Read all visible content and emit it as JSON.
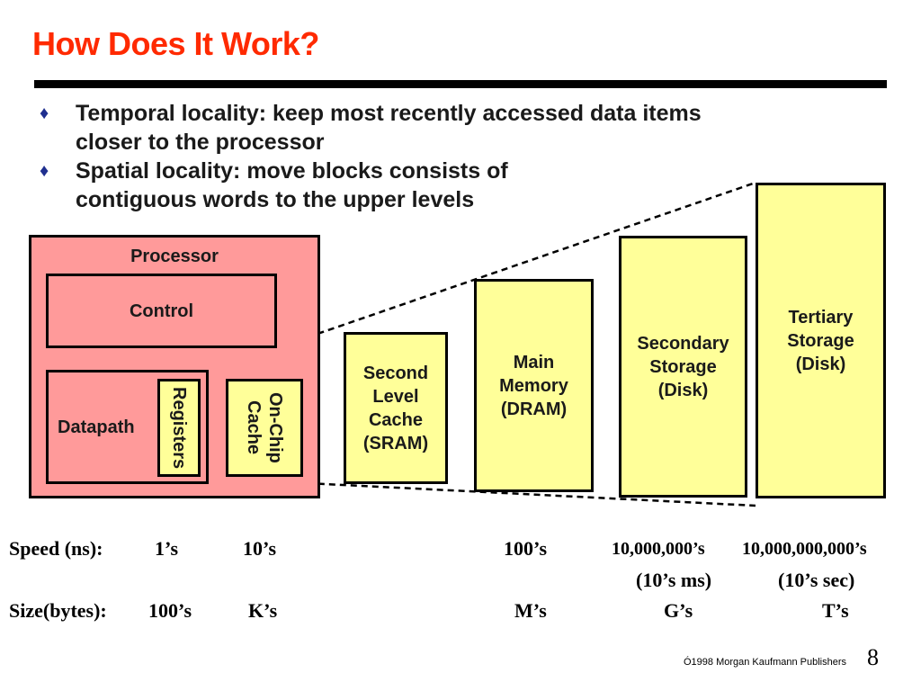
{
  "title": "How Does It Work?",
  "bullets": [
    {
      "icon": "diamond-bullet-icon",
      "line1": "Temporal locality: keep most recently accessed data items",
      "line2": "closer to the processor"
    },
    {
      "icon": "diamond-bullet-icon",
      "line1": "Spatial locality: move blocks consists of",
      "line2": "contiguous words to the upper levels"
    }
  ],
  "diagram": {
    "processor": "Processor",
    "control": "Control",
    "datapath": "Datapath",
    "registers": "Registers",
    "onchip_cache": "On-Chip\nCache",
    "second_level_cache": [
      "Second",
      "Level",
      "Cache",
      "(SRAM)"
    ],
    "main_memory": [
      "Main",
      "Memory",
      "(DRAM)"
    ],
    "secondary_storage": [
      "Secondary",
      "Storage",
      "(Disk)"
    ],
    "tertiary_storage": [
      "Tertiary",
      "Storage",
      "(Disk)"
    ]
  },
  "speed": {
    "label": "Speed (ns):",
    "registers": "1’s",
    "cache": "10’s",
    "main_memory": "100’s",
    "secondary": "10,000,000’s",
    "tertiary": "10,000,000,000’s",
    "secondary_note": "(10’s ms)",
    "tertiary_note": "(10’s sec)"
  },
  "size": {
    "label": "Size(bytes):",
    "registers": "100’s",
    "cache": "K’s",
    "main_memory": "M’s",
    "secondary": "G’s",
    "tertiary": "T’s"
  },
  "footer": {
    "copyright": "Ó1998 Morgan Kaufmann Publishers",
    "page": "8"
  },
  "colors": {
    "title": "#ff2a00",
    "processor_fill": "#ff9a9a",
    "memory_fill": "#ffff99",
    "bullet": "#1f2f8f"
  }
}
